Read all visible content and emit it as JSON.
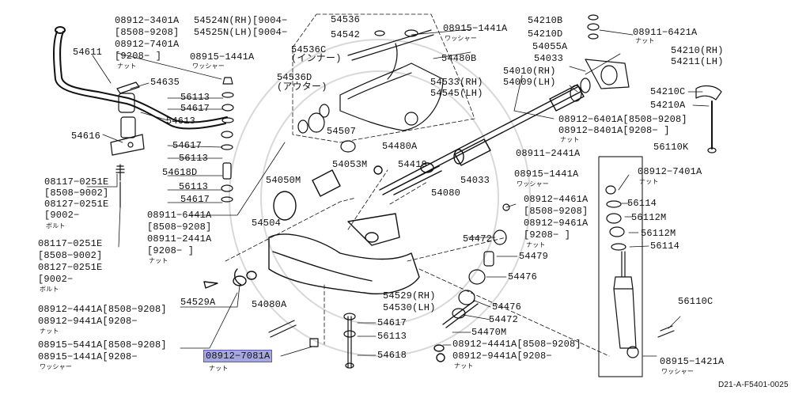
{
  "title_code": "D21-A-F5401-0025",
  "highlight_color": "#a7a7e0",
  "labels": {
    "l54611": "54611",
    "l08912_3401A": "08912−3401A",
    "l8508_9208_a": "[8508−9208]",
    "l08912_7401A_a": "08912−7401A",
    "l9208_a": "[9208−     ]",
    "nut_a": "ナット",
    "l54524N": "54524N(RH)[9004−",
    "l54525N": "54525N(LH)[9004−",
    "l54536": "54536",
    "l54542": "54542",
    "l08915_1441A_a": "08915−1441A",
    "washer_a": "ワッシャー",
    "l54210B": "54210B",
    "l54210D": "54210D",
    "l08911_6421A": "08911−6421A",
    "nut_b": "ナット",
    "l54055A": "54055A",
    "l54033_a": "54033",
    "l54210_RH": "54210(RH)",
    "l54211_LH": "54211(LH)",
    "l54536C": "54536C",
    "inner": "(インナー)",
    "l08915_1441A_b": "08915−1441A",
    "washer_b": "ワッシャー",
    "l54480B": "54480B",
    "l54635": "54635",
    "l54536D": "54536D",
    "outer": "(アウター)",
    "l54533": "54533(RH)",
    "l54545": "54545(LH)",
    "l54010": "54010(RH)",
    "l54009": "54009(LH)",
    "l54210C": "54210C",
    "l54210A": "54210A",
    "l56113_a": "56113",
    "l54617_a": "54617",
    "l54613": "54613",
    "l54507": "54507",
    "l08912_6401A": "08912−6401A[8508−9208]",
    "l08912_8401A": "08912−8401A[9208−     ]",
    "nut_c": "ナット",
    "l54616": "54616",
    "l54617_b": "54617",
    "l54480A": "54480A",
    "l56110K": "56110K",
    "l56113_b": "56113",
    "l08911_2441A_a": "08911−2441A",
    "l54618D": "54618D",
    "l54053M": "54053M",
    "l54419": "54419",
    "l08915_1441A_c": "08915−1441A",
    "washer_c": "ワッシャー",
    "l08117_0251E_a": "08117−0251E",
    "l8508_9002_a": "[8508−9002]",
    "l08127_0251E_a": "08127−0251E",
    "l9002_a": "[9002−",
    "bolt_a": "ボルト",
    "l56113_c": "56113",
    "l54050M": "54050M",
    "l54033_b": "54033",
    "l08912_7401A_b": "08912−7401A",
    "nut_d": "ナット",
    "l56117": "54617",
    "l54080": "54080",
    "l08912_4461A": "08912−4461A",
    "l8508_9208_b": "[8508−9208]",
    "l08912_9461A": "08912−9461A",
    "l9208_b": "[9208−     ]",
    "nut_e": "ナット",
    "l56114_a": "56114",
    "l08911_6441A": "08911−6441A",
    "l8508_9208_c": "[8508−9208]",
    "l08911_2441A_b": "08911−2441A",
    "l9208_c": "[9208−     ]",
    "nut_f": "ナット",
    "l54504": "54504",
    "l56112M_a": "56112M",
    "l54472_a": "54472",
    "l56112M_b": "56112M",
    "l08117_0251E_b": "08117−0251E",
    "l8508_9002_b": "[8508−9002]",
    "l08127_0251E_b": "08127−0251E",
    "l9002_b": "[9002−",
    "bolt_b": "ボルト",
    "l54479": "54479",
    "l56114_b": "56114",
    "l54476_a": "54476",
    "l54529A": "54529A",
    "l54529": "54529(RH)",
    "l54530": "54530(LH)",
    "l54476_b": "54476",
    "l54472_b": "54472",
    "l56110C": "56110C",
    "l08912_4441A_a": "08912−4441A[8508−9208]",
    "l08912_9441A_a": "08912−9441A[9208−",
    "nut_g": "ナット",
    "l54080A": "54080A",
    "l54617_c": "54617",
    "l56113_d": "56113",
    "l54470M": "54470M",
    "l08912_4441A_b": "08912−4441A[8508−9208]",
    "l08912_9441A_b": "08912−9441A[9208−",
    "nut_h": "ナット",
    "l08915_5441A": "08915−5441A[8508−9208]",
    "l08915_1441A_d": "08915−1441A[9208−",
    "washer_d": "ワッシャー",
    "l08912_7081A": "08912−7081A",
    "nut_i": "ナット",
    "l54618": "54618",
    "l08915_1421A": "08915−1421A",
    "washer_e": "ワッシャー"
  }
}
